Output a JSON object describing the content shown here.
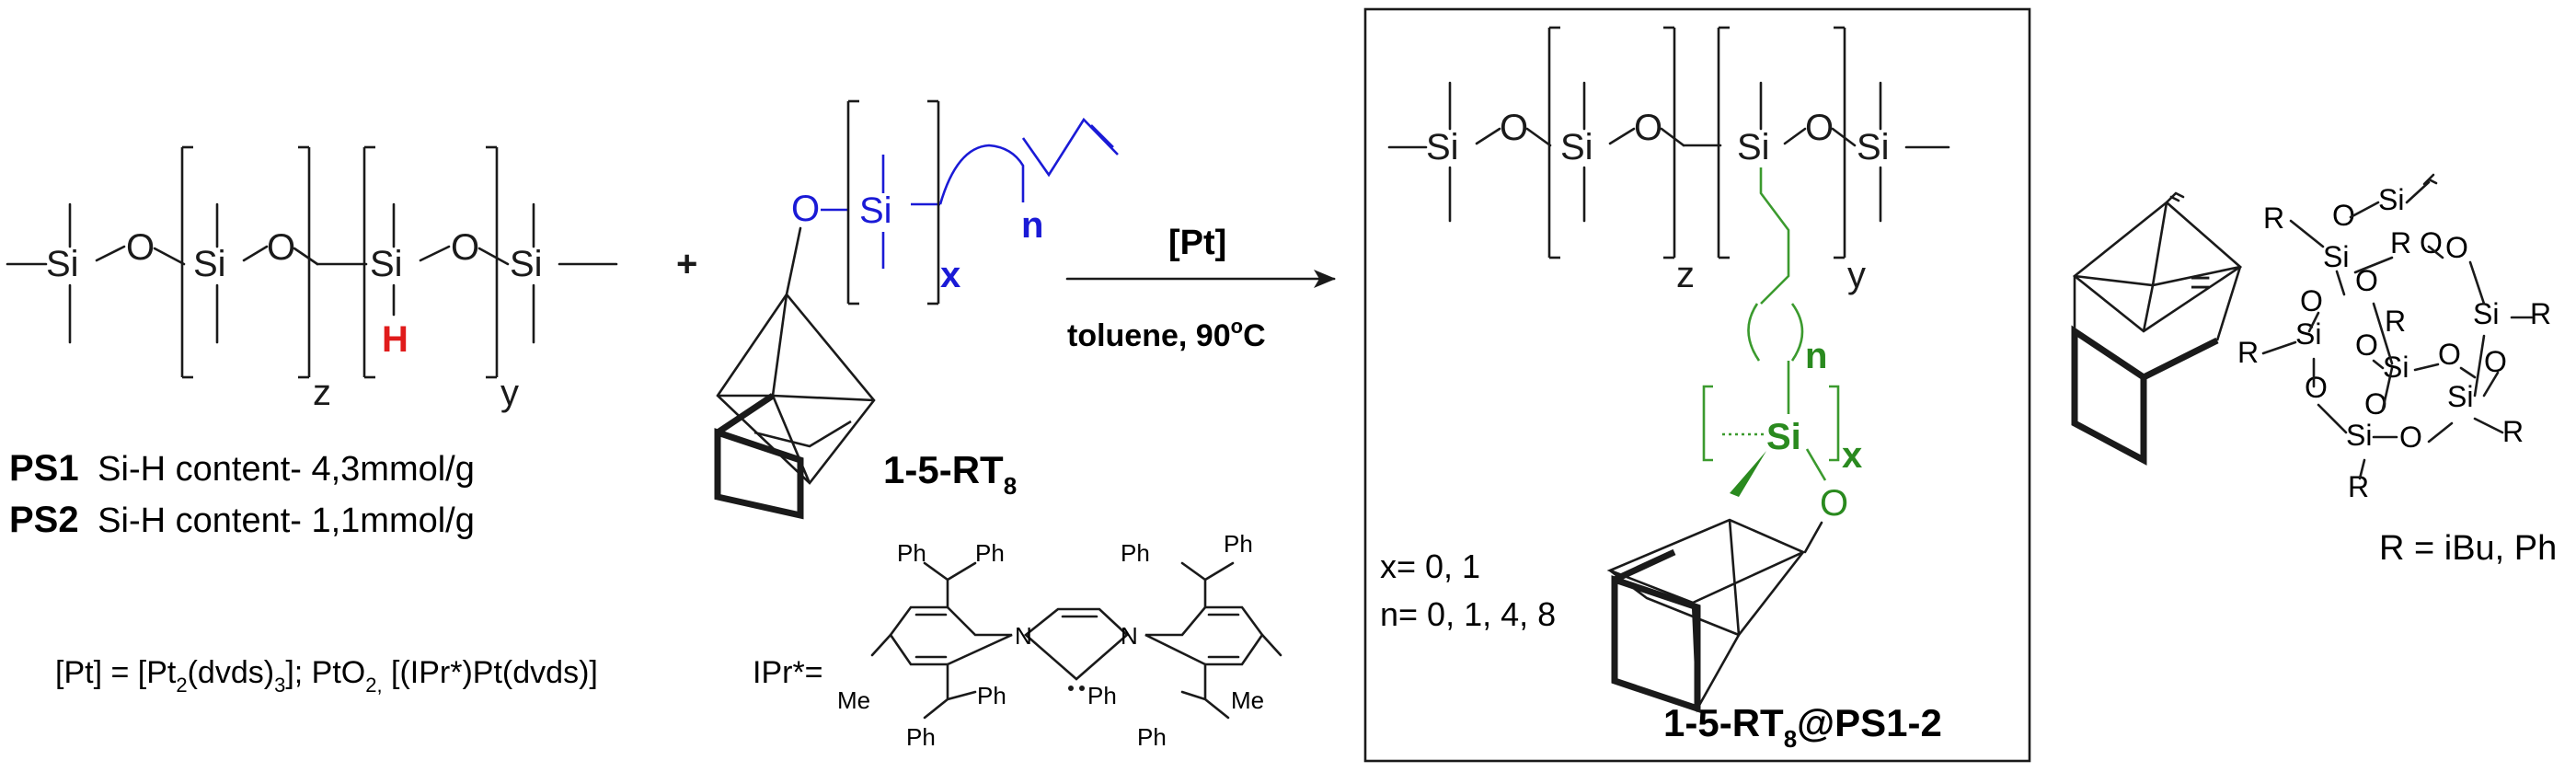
{
  "atoms": {
    "si": "Si",
    "o": "O",
    "h": "H",
    "r": "R"
  },
  "indices": {
    "z": "z",
    "y": "y",
    "x": "x",
    "n": "n"
  },
  "plus": "+",
  "equals": "=",
  "reagent_label": {
    "main": "1-5-RT",
    "sub": "8"
  },
  "arrow": {
    "above": "[Pt]",
    "below_prefix": "toluene, 90",
    "below_sup": "o",
    "below_suffix": "C"
  },
  "product_box": {
    "x_values": "x= 0, 1",
    "n_values": "n= 0, 1, 4, 8",
    "label_main": "1-5-RT",
    "label_sub": "8",
    "label_suffix": "@PS1-2"
  },
  "polymers": [
    {
      "name": "PS1",
      "text": "Si-H content- 4,3mmol/g"
    },
    {
      "name": "PS2",
      "text": "Si-H content- 1,1mmol/g"
    }
  ],
  "catalyst": {
    "parts": [
      "[Pt] = [Pt",
      "2",
      "(dvds)",
      "3",
      "]; PtO",
      "2,",
      " [(IPr*)Pt(dvds)]"
    ],
    "ipr_label": "IPr*=",
    "me": "Me",
    "ph": "Ph",
    "n_atom": "N"
  },
  "r_definition": "R = iBu, Ph",
  "colors": {
    "ink": "#1a1a1a",
    "blue": "#1a1ad6",
    "green": "#2a8a1f",
    "red": "#e01b1b"
  }
}
